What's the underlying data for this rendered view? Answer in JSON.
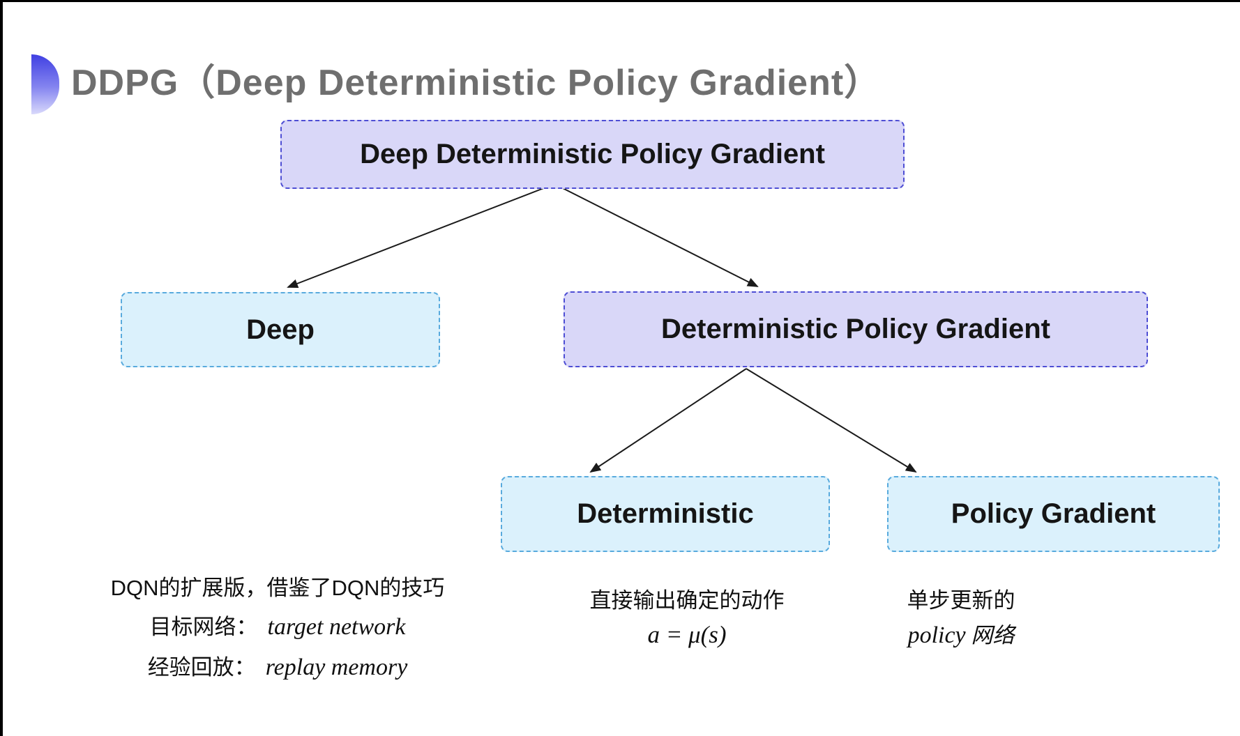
{
  "title": {
    "text": "DDPG（Deep Deterministic Policy Gradient）"
  },
  "tree": {
    "root": {
      "label": "Deep Deterministic Policy Gradient"
    },
    "level1": [
      {
        "label": "Deep"
      },
      {
        "label": "Deterministic Policy Gradient"
      }
    ],
    "level2": [
      {
        "label": "Deterministic"
      },
      {
        "label": "Policy Gradient"
      }
    ]
  },
  "notes": {
    "left": {
      "line1": "DQN的扩展版，借鉴了DQN的技巧",
      "line2_label": "目标网络：",
      "line2_value": "target network",
      "line3_label": "经验回放：",
      "line3_value": "replay memory"
    },
    "middle": {
      "line1": "直接输出确定的动作",
      "line2": "a = μ(s)"
    },
    "right": {
      "line1": "单步更新的",
      "line2_italic": "policy",
      "line2_rest": " 网络"
    }
  },
  "colors": {
    "purple_fill": "#d9d7f8",
    "purple_border": "#4d4dd4",
    "cyan_fill": "#dbf1fc",
    "cyan_border": "#58aadd",
    "title_text": "#6f6f6f",
    "arrow": "#1a1a1a",
    "bullet_gradient_top": "#4040e2",
    "bullet_gradient_bottom": "#d9d9fb"
  }
}
